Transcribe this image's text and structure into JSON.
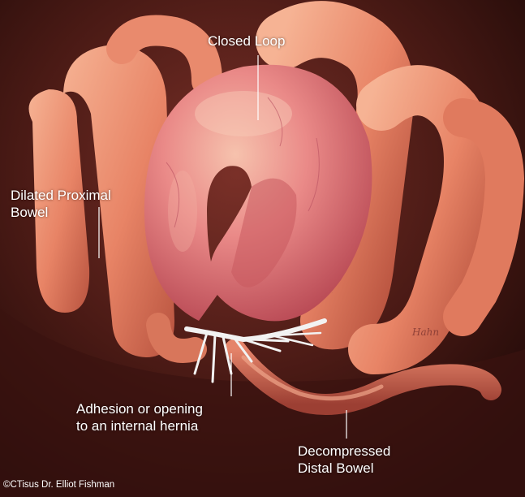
{
  "labels": {
    "closed_loop": "Closed Loop",
    "proximal_line1": "Dilated Proximal",
    "proximal_line2": "Bowel",
    "adhesion_line1": "Adhesion or opening",
    "adhesion_line2": "to an internal hernia",
    "distal_line1": "Decompressed",
    "distal_line2": "Distal Bowel"
  },
  "credit": "©CTisus Dr. Elliot Fishman",
  "signature": "Hahn",
  "colors": {
    "background_dark": "#2a0d0a",
    "background_mid": "#6b2a22",
    "bowel_outer": "#e98a6d",
    "bowel_highlight": "#f6b79a",
    "closed_loop": "#e3707a",
    "closed_loop_highlight": "#f4b1a4",
    "adhesion": "#f2f2f2",
    "leader_line": "#ffffff"
  }
}
